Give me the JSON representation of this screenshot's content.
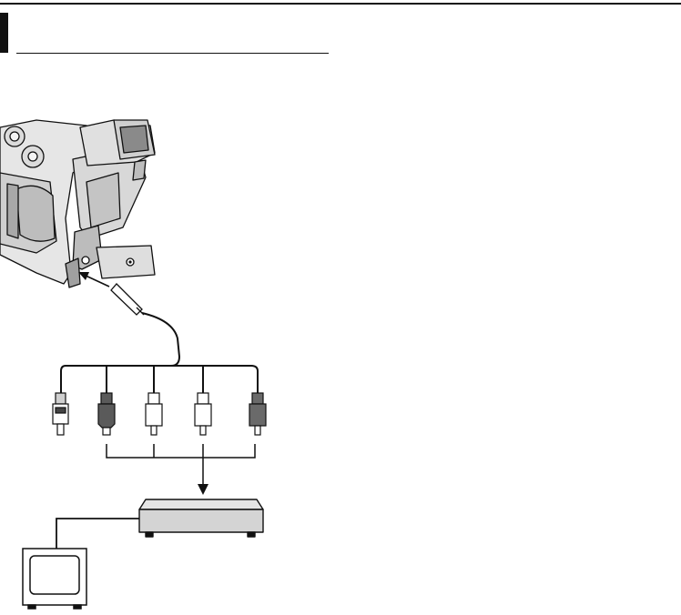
{
  "page": {
    "background": "#ffffff",
    "rule_color": "#111111"
  },
  "diagram": {
    "components": [
      {
        "name": "camcorder",
        "icon": "camcorder-icon"
      },
      {
        "name": "av-cable",
        "icon": "cable-icon"
      },
      {
        "name": "plugs",
        "icon": "plug-icon",
        "count": 5
      },
      {
        "name": "vcr",
        "icon": "vcr-icon"
      },
      {
        "name": "tv",
        "icon": "tv-icon"
      }
    ],
    "colors": {
      "body_light": "#e6e6e6",
      "body_mid": "#cfcfcf",
      "body_dark": "#9a9a9a",
      "plug_dark": "#5a5a5a",
      "plug_light": "#ffffff",
      "vcr_fill": "#d4d4d4",
      "line": "#111111"
    }
  }
}
